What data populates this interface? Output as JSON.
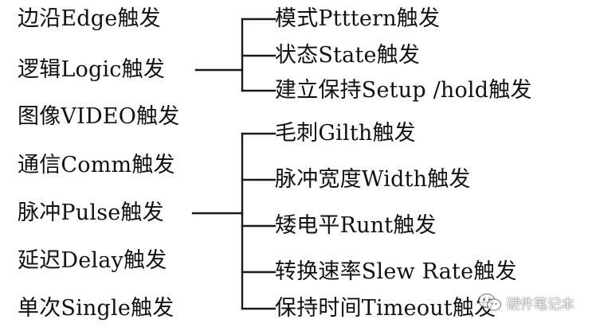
{
  "left_items": [
    "边沿Edge触发",
    "逻辑Logic触发",
    "图像VIDEO触发",
    "通信Comm触发",
    "脉冲Pulse触发",
    "延迟Delay触发",
    "单次Single触发"
  ],
  "logic_branch": [
    "模式Ptttern触发",
    "状态State触发",
    "建立保持Setup /hold触发"
  ],
  "pulse_branch": [
    "毛刺Gilth触发",
    "脉冲宽度Width触发",
    "矮电平Runt触发",
    "转换速率Slew Rate触发",
    "保持时间Timeout触发"
  ],
  "watermark": {
    "text": "硬件笔记本",
    "icon": "wechat-icon"
  }
}
